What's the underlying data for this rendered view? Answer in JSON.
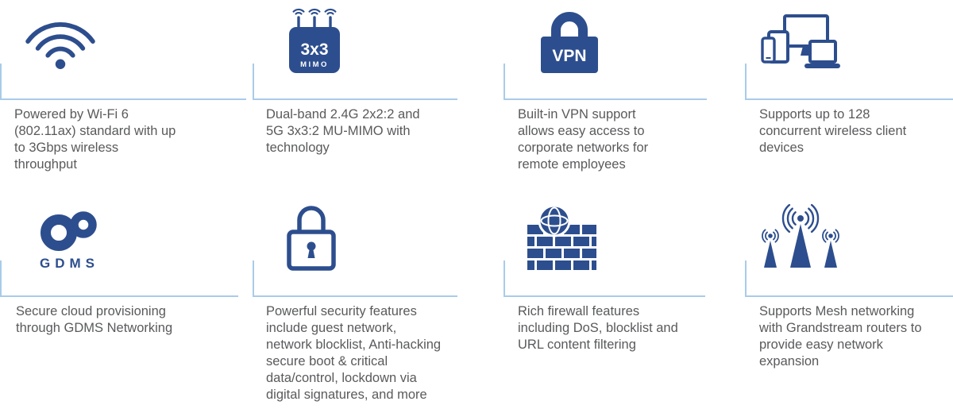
{
  "colors": {
    "icon_blue": "#2d4e8e",
    "text_gray": "#595a5c",
    "divider_blue": "#a9cbe9",
    "icon_label_white": "#ffffff"
  },
  "features": [
    {
      "id": "wifi6",
      "icon": "wifi-icon",
      "text": "Powered by Wi-Fi 6 (802.11ax) standard with up to 3Gbps wireless throughput"
    },
    {
      "id": "mu-mimo",
      "icon": "mimo-3x3-icon",
      "icon_label_top": "3x3",
      "icon_label_bottom": "MIMO",
      "text": "Dual-band 2.4G 2x2:2 and 5G 3x3:2 MU-MIMO with technology"
    },
    {
      "id": "vpn",
      "icon": "vpn-lock-icon",
      "icon_label": "VPN",
      "text": "Built-in VPN support allows easy access to corporate networks for remote employees"
    },
    {
      "id": "client-capacity",
      "icon": "client-devices-icon",
      "text": "Supports up to 128 concurrent wireless client devices"
    },
    {
      "id": "gdms-cloud",
      "icon": "gdms-cloud-icon",
      "icon_label": "GDMS",
      "text": "Secure cloud provisioning through GDMS Networking"
    },
    {
      "id": "security",
      "icon": "security-padlock-icon",
      "text": "Powerful security features include guest network, network blocklist, Anti-hacking secure boot & critical data/control, lockdown via digital signatures, and more"
    },
    {
      "id": "firewall",
      "icon": "firewall-globe-icon",
      "text": "Rich firewall features including DoS, blocklist and URL content filtering"
    },
    {
      "id": "mesh",
      "icon": "mesh-antennas-icon",
      "text": "Supports Mesh networking with Grandstream routers to provide easy network expansion"
    }
  ]
}
